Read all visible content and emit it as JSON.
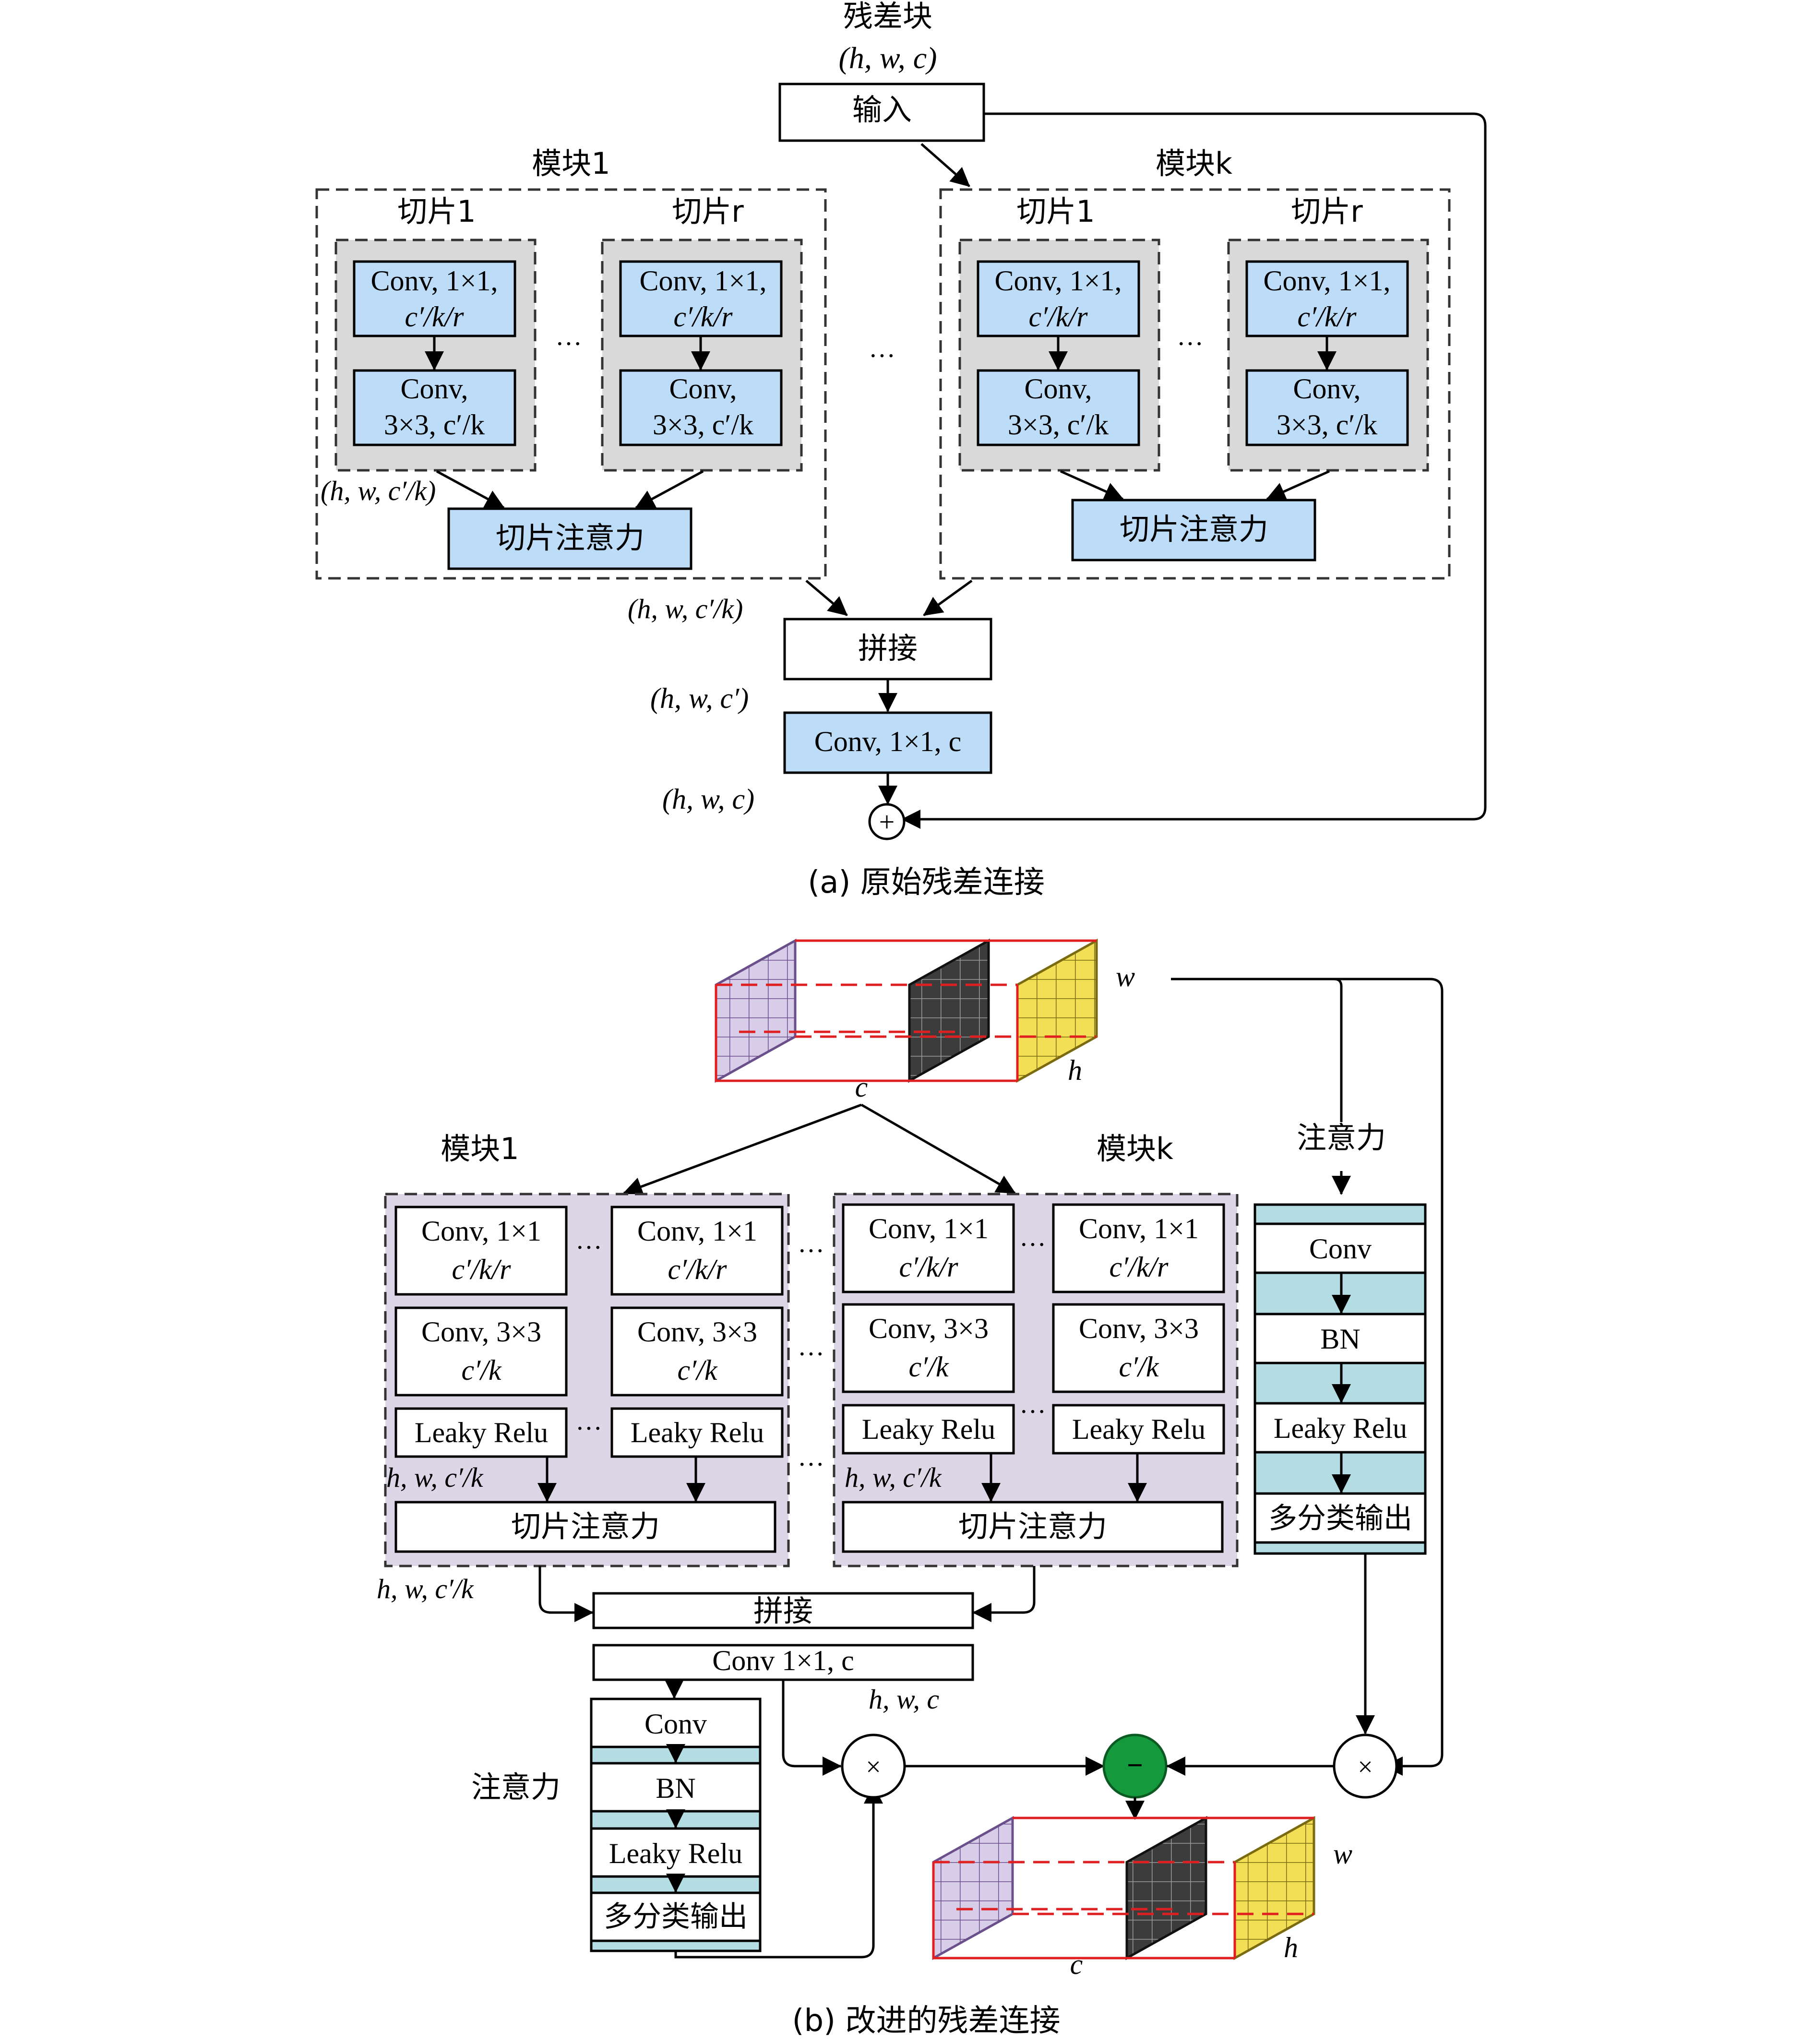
{
  "part_a": {
    "residual_block_title": "残差块",
    "input_shape": "(h, w, c)",
    "input_label": "输入",
    "module1_title": "模块1",
    "modulek_title": "模块k",
    "slice1_label": "切片1",
    "slicer_label": "切片r",
    "conv1x1_line1": "Conv, 1×1,",
    "conv1x1_line2": "c′/k/r",
    "conv3x3_line1": "Conv,",
    "conv3x3_line2": "3×3, c′/k",
    "ellipsis": "···",
    "slice_attention": "切片注意力",
    "slice_out_shape": "(h, w, c′/k)",
    "module_out_shape": "(h, w, c′/k)",
    "concat_label": "拼接",
    "concat_out_shape": "(h, w, c′)",
    "final_conv": "Conv, 1×1, c",
    "final_shape": "(h, w, c)",
    "plus": "+",
    "caption": "(a) 原始残差连接"
  },
  "part_b": {
    "tensor_w": "w",
    "tensor_h": "h",
    "tensor_c": "c",
    "module1_title": "模块1",
    "modulek_title": "模块k",
    "conv1x1_line1": "Conv, 1×1",
    "conv1x1_line2": "c′/k/r",
    "conv3x3_line1": "Conv, 3×3",
    "conv3x3_line2": "c′/k",
    "leaky_relu": "Leaky Relu",
    "ellipsis": "···",
    "shape_in_module": "h, w, c′/k",
    "slice_attention": "切片注意力",
    "module_out_shape": "h, w, c′/k",
    "concat_label": "拼接",
    "conv_c": "Conv 1×1, c",
    "conv_c_shape": "h, w, c",
    "attention_label": "注意力",
    "att_conv": "Conv",
    "att_bn": "BN",
    "att_relu": "Leaky Relu",
    "att_out": "多分类输出",
    "times": "×",
    "minus": "−",
    "caption": "(b) 改进的残差连接"
  },
  "colors": {
    "light_blue": "#bcdcf8",
    "light_gray": "#d9d9d9",
    "lavender": "#ddd6e6",
    "teal": "#b4dde3",
    "grid_purple": "#d8cde8",
    "grid_dark": "#3c3c3c",
    "grid_yellow": "#f3df55",
    "tensor_red": "#e02020",
    "minus_green": "#149a3c"
  }
}
